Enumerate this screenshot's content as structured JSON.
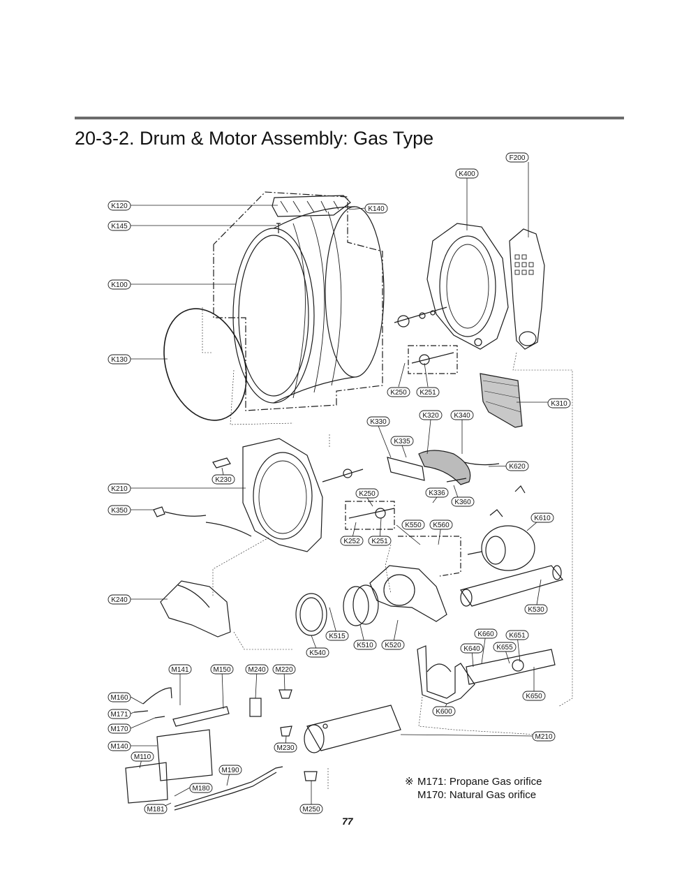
{
  "page": {
    "title": "20-3-2. Drum & Motor Assembly: Gas Type",
    "page_number": "77"
  },
  "note": {
    "symbol": "※",
    "line1": "M171: Propane Gas orifice",
    "line2": "M170: Natural Gas orifice"
  },
  "callouts": {
    "F200": "F200",
    "K400": "K400",
    "K120": "K120",
    "K145": "K145",
    "K140": "K140",
    "K100": "K100",
    "K130": "K130",
    "K250a": "K250",
    "K251a": "K251",
    "K310": "K310",
    "K330": "K330",
    "K320": "K320",
    "K340": "K340",
    "K335": "K335",
    "K620": "K620",
    "K230": "K230",
    "K210": "K210",
    "K250b": "K250",
    "K336": "K336",
    "K360": "K360",
    "K350": "K350",
    "K610": "K610",
    "K550": "K550",
    "K560": "K560",
    "K252": "K252",
    "K251b": "K251",
    "K240": "K240",
    "K530": "K530",
    "K515": "K515",
    "K660": "K660",
    "K651": "K651",
    "K510": "K510",
    "K520": "K520",
    "K640": "K640",
    "K655": "K655",
    "K540": "K540",
    "M141": "M141",
    "M150": "M150",
    "M240": "M240",
    "M220": "M220",
    "K650": "K650",
    "M160": "M160",
    "K600": "K600",
    "M171": "M171",
    "M170": "M170",
    "M210": "M210",
    "M140": "M140",
    "M230": "M230",
    "M110": "M110",
    "M190": "M190",
    "M180": "M180",
    "M181": "M181",
    "M250": "M250"
  }
}
